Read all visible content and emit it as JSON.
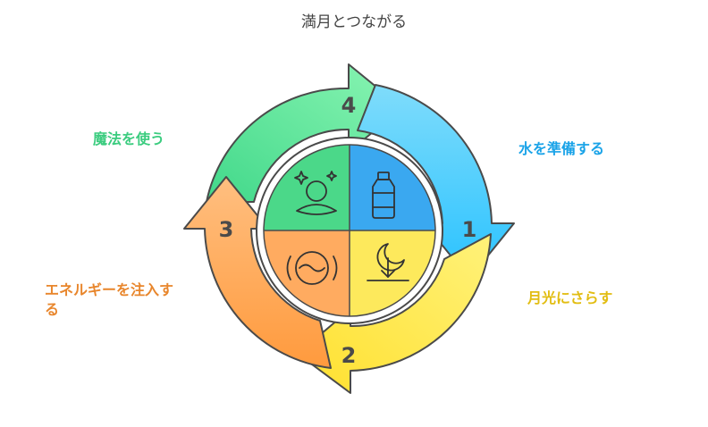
{
  "title": "満月とつながる",
  "steps": [
    {
      "number": "1",
      "label": "水を準備する",
      "color": "#29b6f6",
      "icon": "water-bottle-icon"
    },
    {
      "number": "2",
      "label": "月光にさらす",
      "color": "#fde24a",
      "icon": "moon-download-icon"
    },
    {
      "number": "3",
      "label": "エネルギーを注入する",
      "color": "#ffa24d",
      "icon": "energy-orb-icon"
    },
    {
      "number": "4",
      "label": "魔法を使う",
      "color": "#4ed98d",
      "icon": "sparkle-meditation-icon"
    }
  ]
}
